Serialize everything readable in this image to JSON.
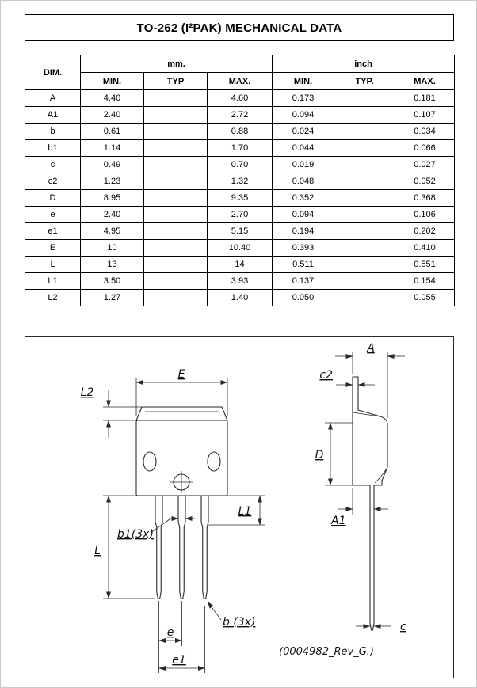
{
  "page": {
    "title": "TO-262 (I²PAK) MECHANICAL DATA"
  },
  "table": {
    "dim_header": "DIM.",
    "group_headers": [
      "mm.",
      "inch"
    ],
    "sub_headers": [
      "MIN.",
      "TYP",
      "MAX.",
      "MIN.",
      "TYP.",
      "MAX."
    ],
    "rows": [
      [
        "A",
        "4.40",
        "",
        "4.60",
        "0.173",
        "",
        "0.181"
      ],
      [
        "A1",
        "2.40",
        "",
        "2.72",
        "0.094",
        "",
        "0.107"
      ],
      [
        "b",
        "0.61",
        "",
        "0.88",
        "0.024",
        "",
        "0.034"
      ],
      [
        "b1",
        "1.14",
        "",
        "1.70",
        "0.044",
        "",
        "0.066"
      ],
      [
        "c",
        "0.49",
        "",
        "0.70",
        "0.019",
        "",
        "0.027"
      ],
      [
        "c2",
        "1.23",
        "",
        "1.32",
        "0.048",
        "",
        "0.052"
      ],
      [
        "D",
        "8.95",
        "",
        "9.35",
        "0.352",
        "",
        "0.368"
      ],
      [
        "e",
        "2.40",
        "",
        "2.70",
        "0.094",
        "",
        "0.106"
      ],
      [
        "e1",
        "4.95",
        "",
        "5.15",
        "0.194",
        "",
        "0.202"
      ],
      [
        "E",
        "10",
        "",
        "10.40",
        "0.393",
        "",
        "0.410"
      ],
      [
        "L",
        "13",
        "",
        "14",
        "0.511",
        "",
        "0.551"
      ],
      [
        "L1",
        "3.50",
        "",
        "3.93",
        "0.137",
        "",
        "0.154"
      ],
      [
        "L2",
        "1.27",
        "",
        "1.40",
        "0.050",
        "",
        "0.055"
      ]
    ]
  },
  "diagram": {
    "labels": {
      "E": "E",
      "L2": "L2",
      "L1": "L1",
      "L": "L",
      "b1": "b1(3x)",
      "b": "b (3x)",
      "e": "e",
      "e1": "e1",
      "A": "A",
      "c2": "c2",
      "D": "D",
      "A1": "A1",
      "c": "c"
    },
    "rev_note": "(0004982_Rev_G.)"
  }
}
